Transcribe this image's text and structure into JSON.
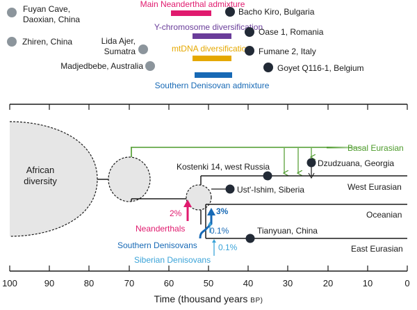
{
  "colors": {
    "neanderthal": "#e01a6e",
    "ychrom": "#6a3d9a",
    "mtdna": "#e5a800",
    "southern_denisovan": "#1769b5",
    "siberian_denisovan": "#3aa3d8",
    "basal": "#4c9a2a",
    "ancient_east": "#8c959c",
    "ancient_west": "#222a36"
  },
  "top_legend": {
    "main_neanderthal": "Main Neanderthal admixture",
    "y_chromosome": "Y-chromosome diversification",
    "mtdna": "mtDNA diversification",
    "southern_denisovan": "Southern Denisovan admixture"
  },
  "east_sites": {
    "fuyan": [
      "Fuyan Cave,",
      "Daoxian, China"
    ],
    "zhiren": "Zhiren, China",
    "lida": [
      "Lida Ajer,",
      "Sumatra"
    ],
    "madjedbebe": "Madjedbebe, Australia"
  },
  "west_sites": {
    "bacho": "Bacho Kiro, Bulgaria",
    "oase": "Oase 1, Romania",
    "fumane": "Fumane 2, Italy",
    "goyet": "Goyet Q116-1, Belgium"
  },
  "tree": {
    "african": [
      "African",
      "diversity"
    ],
    "basal": "Basal Eurasian",
    "dzudzuana": "Dzudzuana, Georgia",
    "kostenki": "Kostenki 14, west Russia",
    "west": "West Eurasian",
    "ustishim": "Ust'-Ishim, Siberia",
    "oceanian": "Oceanian",
    "tianyuan": "Tianyuan, China",
    "east": "East Eurasian",
    "neand_pct": "2%",
    "neand_label": "Neanderthals",
    "southden_pct": "3%",
    "southden_label": "Southern Denisovans",
    "sibden_pct1": "0.1%",
    "sibden_pct2": "0.1%",
    "sibden_label": "Siberian Denisovans"
  },
  "axis": {
    "label": "Time (thousand years",
    "unit": "BP)",
    "ticks": [
      "100",
      "90",
      "80",
      "70",
      "60",
      "50",
      "40",
      "30",
      "20",
      "10",
      "0"
    ]
  }
}
